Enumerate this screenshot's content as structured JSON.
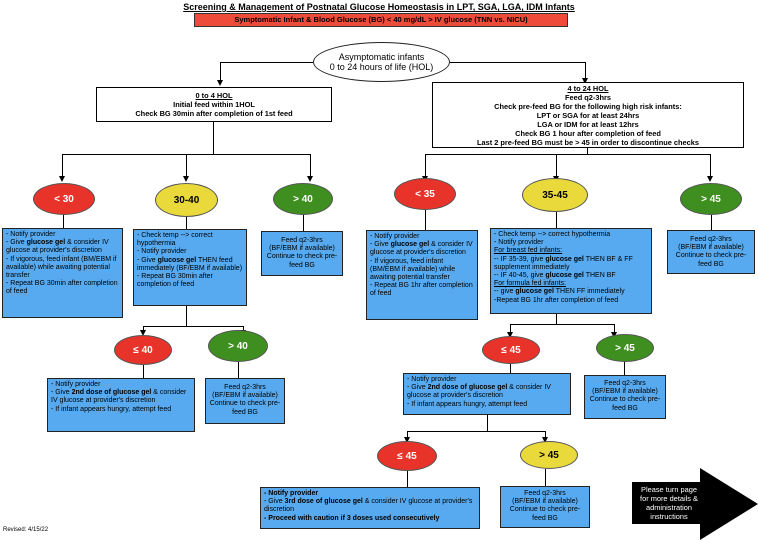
{
  "title": "Screening & Management of Postnatal Glucose Homeostasis in LPT, SGA, LGA, IDM Infants",
  "banner": "Symptomatic Infant & Blood Glucose (BG) < 40 mg/dL   > IV glucose (TNN vs. NICU)",
  "start": {
    "line1": "Asymptomatic infants",
    "line2": "0 to 24 hours of life (HOL)"
  },
  "left_header": {
    "line1": "0 to 4 HOL",
    "line2": "Initial feed within 1HOL",
    "line3": "Check BG 30min after completion of 1st feed"
  },
  "right_header": {
    "line1": "4 to 24 HOL",
    "line2": "Feed q2-3hrs",
    "line3": "Check pre-feed BG for the following high risk infants:",
    "line4": "LPT or SGA for at least 24hrs",
    "line5": "LGA or IDM for at least 12hrs",
    "line6": "Check BG 1 hour after completion of feed",
    "line7": "Last 2 pre-feed BG must be > 45 in order to discontinue checks"
  },
  "ovals": {
    "l_lt30": "< 30",
    "l_30_40": "30-40",
    "l_gt40": "> 40",
    "l_le40": "≤ 40",
    "l_gt40b": "> 40",
    "r_lt35": "< 35",
    "r_35_45": "35-45",
    "r_gt45": "> 45",
    "r_le45": "≤ 45",
    "r_gt45b": "> 45",
    "r_le45b": "≤ 45",
    "r_gt45c": "> 45"
  },
  "boxes": {
    "l1": {
      "a": "- Notify provider",
      "b1": "- Give ",
      "b2": "glucose gel",
      "b3": " & consider IV glucose at provider's discretion",
      "c": "- If vigorous, feed infant (BM/EBM if available) while awaiting potential transfer",
      "d": "- Repeat BG 30min after completion of feed"
    },
    "l2": {
      "a": "- Check temp --> correct hypothermia",
      "b": "- Notify provider",
      "c1": "- Give ",
      "c2": "glucose gel",
      "c3": " THEN feed immediately (BF/EBM if available)",
      "d": "- Repeat BG 30min after completion of feed"
    },
    "l3": {
      "a": "Feed q2-3hrs",
      "b": "(BF/EBM if available)",
      "c": "Continue to check pre-feed BG"
    },
    "l4": {
      "a": "- Notify provider",
      "b1": "- Give ",
      "b2": "2nd dose of glucose gel",
      "b3": " & consider IV glucose at provider's discretion",
      "c": "- If infant appears hungry, attempt feed"
    },
    "l5": {
      "a": "Feed q2-3hrs",
      "b": "(BF/EBM if available)",
      "c": "Continue to check pre-feed BG"
    },
    "r1": {
      "a": "- Notify provider",
      "b1": "- Give ",
      "b2": "glucose gel",
      "b3": " & consider IV glucose at provider's discretion",
      "c": "- If vigorous, feed infant (BM/EBM if available) while awaiting potential transfer",
      "d": "- Repeat BG 1hr after completion of feed"
    },
    "r2": {
      "a": "- Check temp --> correct hypothermia",
      "b": "- Notify provider",
      "c": "For breast fed infants:",
      "d1": "-- IF 35-39, give ",
      "d2": "glucose gel",
      "d3": " THEN BF & FF supplement immediately",
      "e1": "-- IF 40-45, give ",
      "e2": "glucose gel",
      "e3": " THEN BF",
      "f": "For formula fed infants:",
      "g1": "-- give ",
      "g2": "glucose gel",
      "g3": " THEN FF immediately",
      "h": "-Repeat BG 1hr after completion of feed"
    },
    "r3": {
      "a": "Feed q2-3hrs",
      "b": "(BF/EBM if available)",
      "c": "Continue to check pre-feed BG"
    },
    "r4": {
      "a": "- Notify provider",
      "b1": "- Give ",
      "b2": "2nd dose of glucose gel",
      "b3": " & consider IV glucose at provider's discretion",
      "c": "- If infant appears hungry, attempt feed"
    },
    "r5": {
      "a": "Feed q2-3hrs",
      "b": "(BF/EBM if available)",
      "c": "Continue to check pre-feed BG"
    },
    "r6": {
      "a": "Notify provider",
      "b1": "- Give ",
      "b2": "3rd dose of glucose gel",
      "b3": " & consider IV glucose at provider's discretion",
      "c": "- Proceed with caution if 3 doses used consecutively"
    },
    "r7": {
      "a": "Feed q2-3hrs",
      "b": "(BF/EBM if available)",
      "c": "Continue to check pre-feed BG"
    }
  },
  "page_turn": {
    "line1": "Please turn page",
    "line2": "for more details &",
    "line3": "administration instructions"
  },
  "revised": "Revised: 4/15/22",
  "colors": {
    "red": "#e8332a",
    "yellow": "#ead93b",
    "green": "#3e8f1f",
    "blue": "#57aaf0",
    "banner": "#ee4b3a"
  }
}
